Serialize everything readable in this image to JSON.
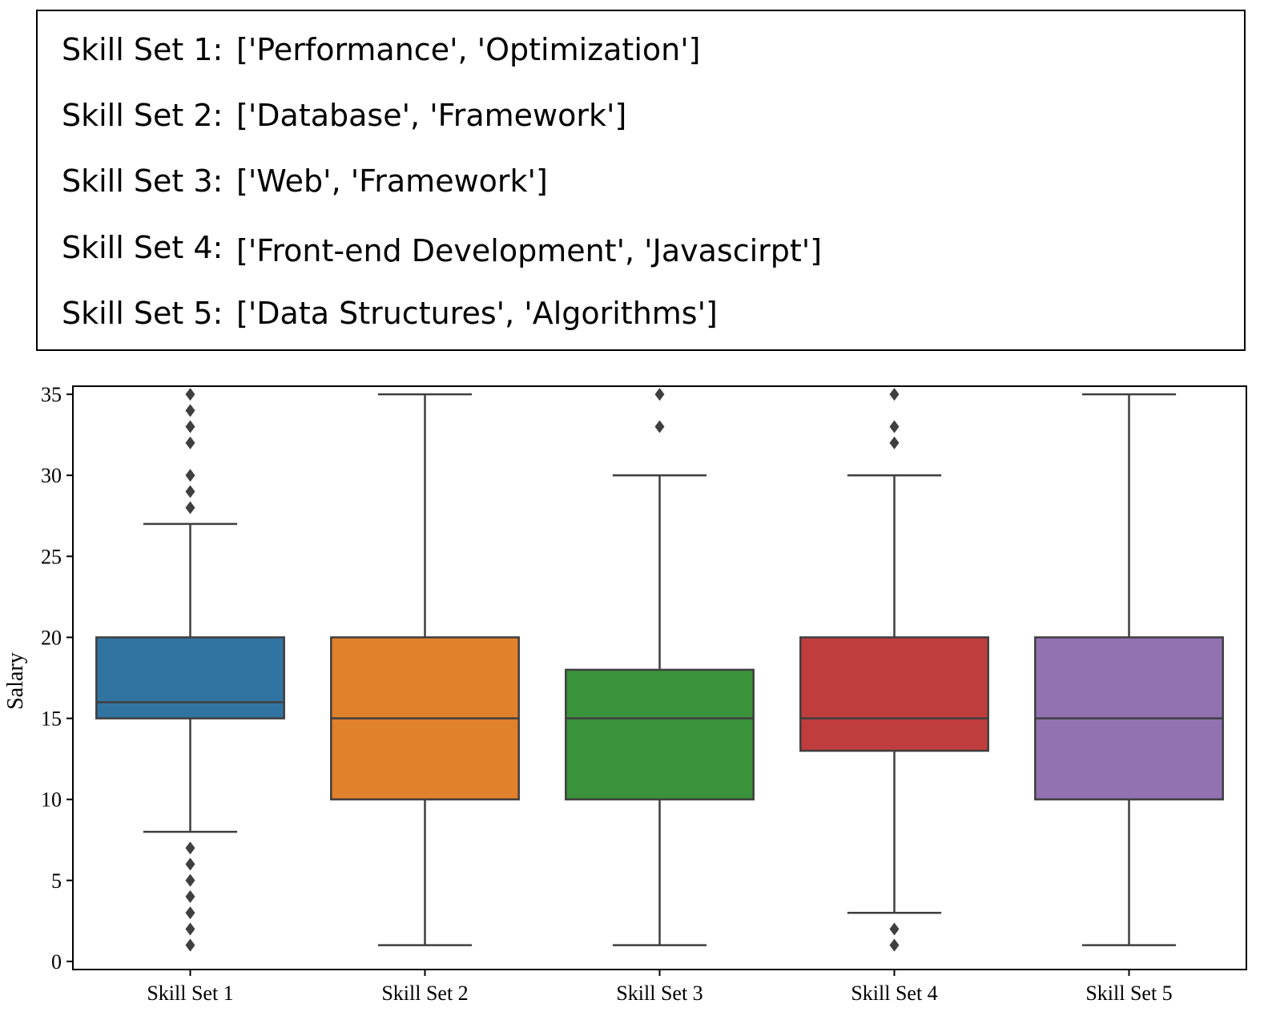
{
  "legend": {
    "items": [
      {
        "label": "Skill Set 1:",
        "skills": "['Performance', 'Optimization']"
      },
      {
        "label": "Skill Set 2:",
        "skills": "['Database', 'Framework']"
      },
      {
        "label": "Skill Set 3:",
        "skills": "['Web', 'Framework']"
      },
      {
        "label": "Skill Set 4:",
        "skills": "['Front-end Development', 'Javascirpt']"
      },
      {
        "label": "Skill Set 5:",
        "skills": "['Data Structures', 'Algorithms']"
      }
    ]
  },
  "chart_data": {
    "type": "box",
    "title": "",
    "xlabel": "",
    "ylabel": "Salary",
    "ylim": [
      -0.5,
      35.5
    ],
    "yticks": [
      0,
      5,
      10,
      15,
      20,
      25,
      30,
      35
    ],
    "grid": false,
    "categories": [
      "Skill Set 1",
      "Skill Set 2",
      "Skill Set 3",
      "Skill Set 4",
      "Skill Set 5"
    ],
    "boxes": [
      {
        "category": "Skill Set 1",
        "whisker_low": 8,
        "q1": 15,
        "median": 16,
        "q3": 20,
        "whisker_high": 27,
        "outliers": [
          1,
          2,
          3,
          4,
          5,
          6,
          7,
          28,
          29,
          30,
          32,
          33,
          34,
          35
        ],
        "color": "#3274a1"
      },
      {
        "category": "Skill Set 2",
        "whisker_low": 1,
        "q1": 10,
        "median": 15,
        "q3": 20,
        "whisker_high": 35,
        "outliers": [],
        "color": "#e1812c"
      },
      {
        "category": "Skill Set 3",
        "whisker_low": 1,
        "q1": 10,
        "median": 15,
        "q3": 18,
        "whisker_high": 30,
        "outliers": [
          33,
          35
        ],
        "color": "#3a923a"
      },
      {
        "category": "Skill Set 4",
        "whisker_low": 3,
        "q1": 13,
        "median": 15,
        "q3": 20,
        "whisker_high": 30,
        "outliers": [
          1,
          2,
          32,
          33,
          35
        ],
        "color": "#c03d3e"
      },
      {
        "category": "Skill Set 5",
        "whisker_low": 1,
        "q1": 10,
        "median": 15,
        "q3": 20,
        "whisker_high": 35,
        "outliers": [],
        "color": "#9372b2"
      }
    ]
  }
}
